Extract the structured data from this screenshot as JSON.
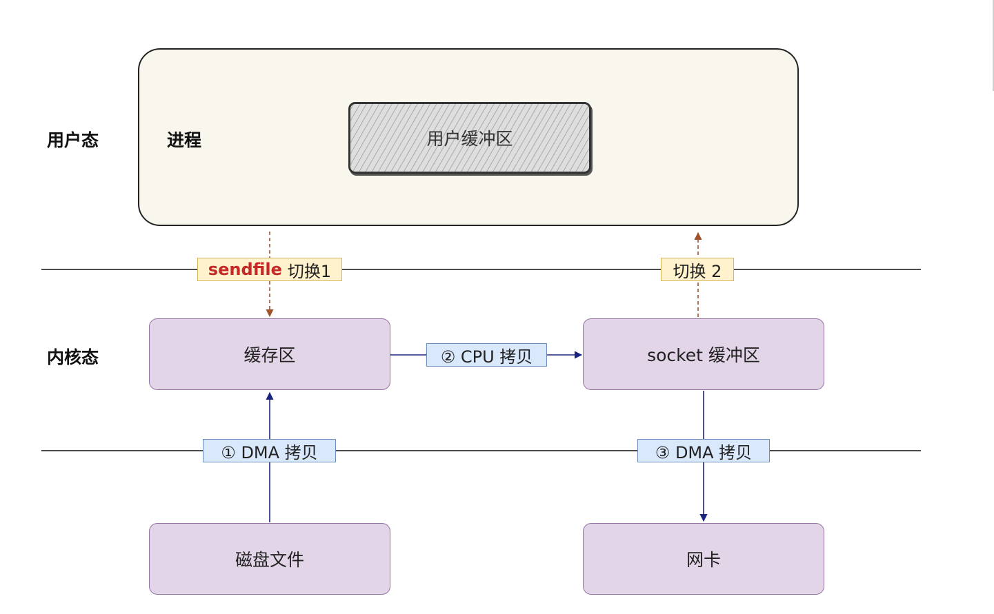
{
  "layers": {
    "user_mode": "用户态",
    "kernel_mode": "内核态"
  },
  "process": {
    "label": "进程",
    "buffer": "用户缓冲区"
  },
  "nodes": {
    "page_cache": "缓存区",
    "socket_buffer": "socket 缓冲区",
    "disk_file": "磁盘文件",
    "nic": "网卡"
  },
  "edges": {
    "dma_copy_1": "① DMA 拷贝",
    "cpu_copy_2": "② CPU 拷贝",
    "dma_copy_3": "③ DMA 拷贝",
    "switch_1_keyword": "sendfile",
    "switch_1_text": "切换1",
    "switch_2": "切换 2"
  },
  "colors": {
    "box_fill": "#e1d5e7",
    "box_border": "#9673a6",
    "user_space_fill": "#f9f7ed",
    "blue_arrow": "#1a237e",
    "brown_arrow": "#a0522d",
    "sendfile_red": "#c62828"
  }
}
